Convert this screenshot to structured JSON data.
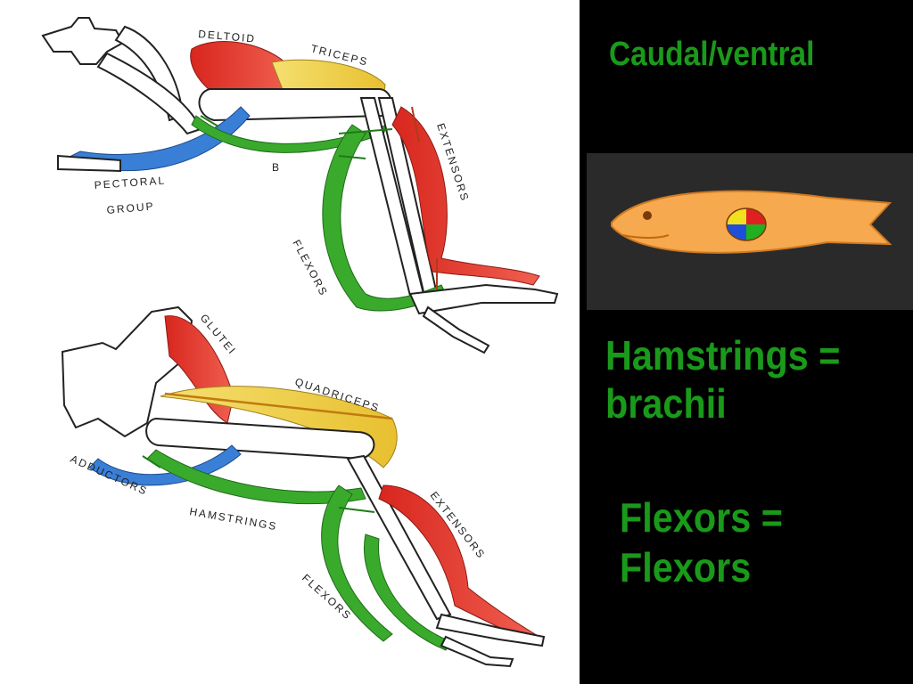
{
  "slide": {
    "heading": "Caudal/ventral",
    "text_hamstrings_line1": "Hamstrings =",
    "text_hamstrings_line2": "brachii",
    "text_flexors_line1": "Flexors =",
    "text_flexors_line2": "Flexors"
  },
  "forelimb_labels": {
    "deltoid": "DELTOID",
    "triceps": "TRICEPS",
    "extensors": "EXTENSORS",
    "pectoral_line1": "PECTORAL",
    "pectoral_line2": "GROUP",
    "flexors": "FLEXORS",
    "b": "B"
  },
  "hindlimb_labels": {
    "glutei": "GLUTEI",
    "quadriceps": "QUADRICEPS",
    "adductors": "ADDUCTORS",
    "hamstrings": "HAMSTRINGS",
    "extensors": "EXTENSORS",
    "flexors": "FLEXORS"
  },
  "colors": {
    "heading_green": "#1a9a1a",
    "muscle_red": "#e0302a",
    "muscle_yellow": "#f2d84a",
    "muscle_green": "#3aaa2c",
    "muscle_blue": "#3a7fd6",
    "fish_orange": "#f6a94e",
    "dot_red": "#e02020",
    "dot_green": "#20b020",
    "dot_blue": "#1f4fd8",
    "dot_yellow": "#f0e020"
  }
}
